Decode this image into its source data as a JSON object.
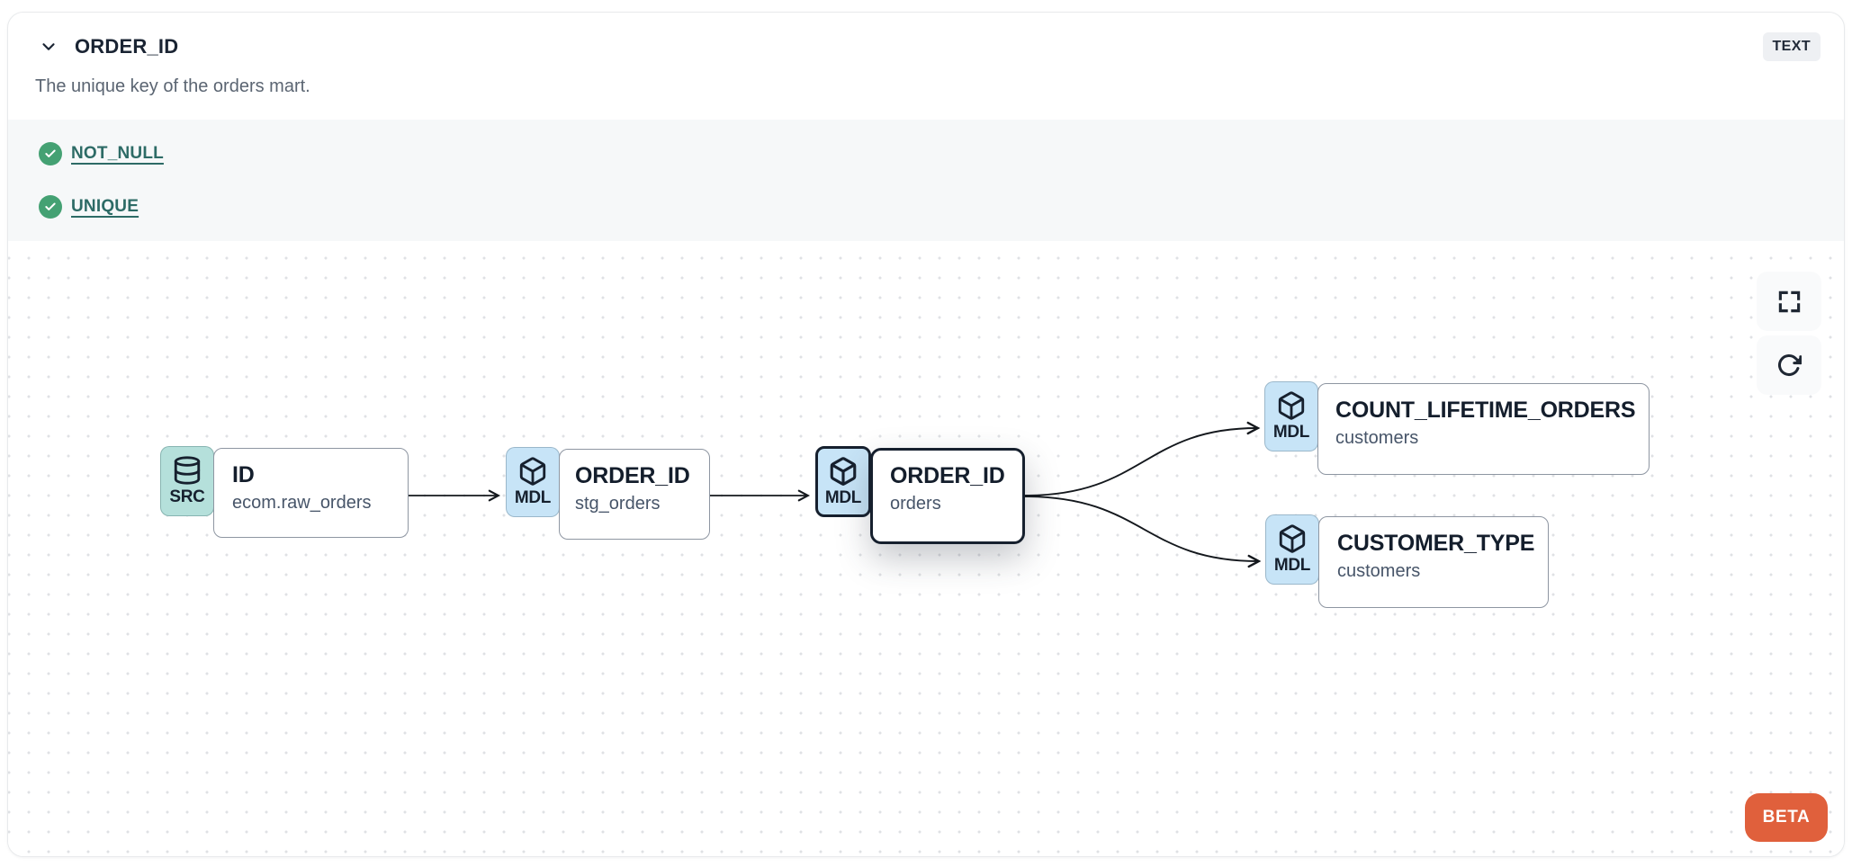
{
  "header": {
    "title": "ORDER_ID",
    "type_badge": "TEXT",
    "description": "The unique key of the orders mart.",
    "collapse_icon": "chevron-down-icon"
  },
  "tests": [
    {
      "label": "NOT_NULL",
      "status": "pass",
      "icon": "check-circle-icon"
    },
    {
      "label": "UNIQUE",
      "status": "pass",
      "icon": "check-circle-icon"
    }
  ],
  "lineage": {
    "nodes": [
      {
        "badge": "SRC",
        "icon": "database-icon",
        "title": "ID",
        "subtitle": "ecom.raw_orders",
        "selected": false
      },
      {
        "badge": "MDL",
        "icon": "cube-icon",
        "title": "ORDER_ID",
        "subtitle": "stg_orders",
        "selected": false
      },
      {
        "badge": "MDL",
        "icon": "cube-icon",
        "title": "ORDER_ID",
        "subtitle": "orders",
        "selected": true
      },
      {
        "badge": "MDL",
        "icon": "cube-icon",
        "title": "COUNT_LIFETIME_ORDERS",
        "subtitle": "customers",
        "selected": false
      },
      {
        "badge": "MDL",
        "icon": "cube-icon",
        "title": "CUSTOMER_TYPE",
        "subtitle": "customers",
        "selected": false
      }
    ],
    "edges": [
      {
        "from": "ID (ecom.raw_orders)",
        "to": "ORDER_ID (stg_orders)"
      },
      {
        "from": "ORDER_ID (stg_orders)",
        "to": "ORDER_ID (orders)"
      },
      {
        "from": "ORDER_ID (orders)",
        "to": "COUNT_LIFETIME_ORDERS (customers)"
      },
      {
        "from": "ORDER_ID (orders)",
        "to": "CUSTOMER_TYPE (customers)"
      }
    ],
    "controls": [
      "fullscreen-icon",
      "refresh-icon"
    ],
    "beta_label": "BETA"
  },
  "colors": {
    "beta_orange": "#e0603c",
    "check_green": "#44a173",
    "src_teal": "#b5e0db",
    "mdl_blue": "#c7e4f7",
    "test_link_teal": "#2d6b66",
    "selected_border": "#16202e",
    "tests_section_bg": "#f6f8f9",
    "badge_bg": "#eef0f3"
  }
}
